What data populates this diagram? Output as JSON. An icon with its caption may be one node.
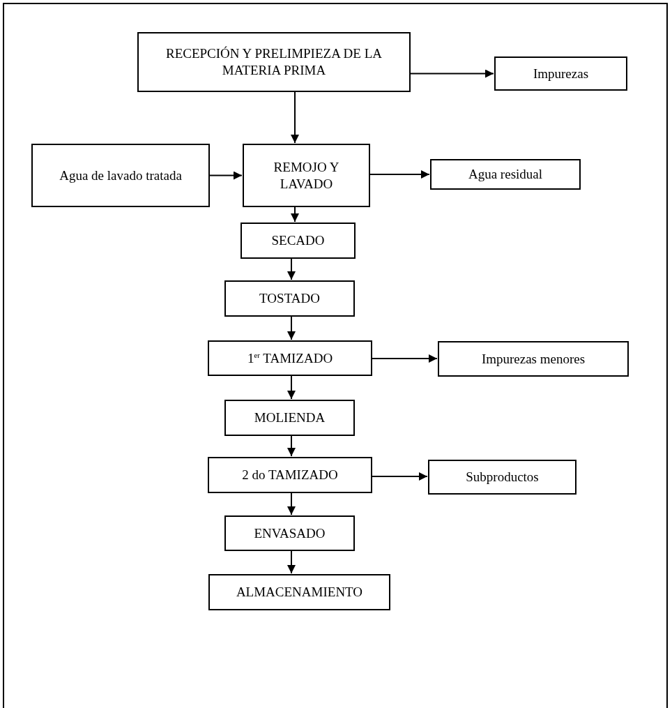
{
  "diagram": {
    "nodes": [
      {
        "text": [
          "RECEPCIÓN Y PRELIMPIEZA DE LA MATERIA PRIMA"
        ]
      },
      {
        "text": [
          "Impurezas"
        ]
      },
      {
        "text": [
          "Agua de lavado tratada"
        ]
      },
      {
        "text": [
          "REMOJO Y LAVADO"
        ]
      },
      {
        "text": [
          "Agua residual"
        ]
      },
      {
        "text": [
          "SECADO"
        ]
      },
      {
        "text": [
          "TOSTADO"
        ]
      },
      {
        "text": [
          "1$^{er}$ TAMIZADO"
        ]
      },
      {
        "text": [
          "Impurezas menores"
        ]
      },
      {
        "text": [
          "MOLIENDA"
        ]
      },
      {
        "text": [
          "2 do TAMIZADO"
        ]
      },
      {
        "text": [
          "Subproductos"
        ]
      },
      {
        "text": [
          "ENVASADO"
        ]
      },
      {
        "text": [
          "ALMACENAMIENTO"
        ]
      }
    ],
    "edges": [
      {
        "from": 0,
        "to": 1,
        "arrow": "to"
      },
      {
        "from": 0,
        "to": 3,
        "arrow": "to"
      },
      {
        "from": 2,
        "to": 3,
        "arrow": "to"
      },
      {
        "from": 3,
        "to": 4,
        "arrow": "to"
      },
      {
        "from": 3,
        "to": 5,
        "arrow": "to"
      },
      {
        "from": 5,
        "to": 6,
        "arrow": "to"
      },
      {
        "from": 6,
        "to": 7,
        "arrow": "to"
      },
      {
        "from": 7,
        "to": 8,
        "arrow": "to"
      },
      {
        "from": 7,
        "to": 9,
        "arrow": "to"
      },
      {
        "from": 9,
        "to": 10,
        "arrow": "to"
      },
      {
        "from": 10,
        "to": 11,
        "arrow": "to"
      },
      {
        "from": 10,
        "to": 12,
        "arrow": "to"
      },
      {
        "from": 12,
        "to": 13,
        "arrow": "to"
      }
    ]
  }
}
